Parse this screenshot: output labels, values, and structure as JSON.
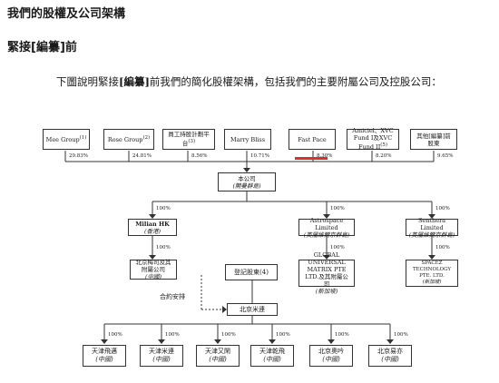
{
  "page_title": "我們的股權及公司架構",
  "section_title": "緊接[編纂]前",
  "paragraph": {
    "text_1": "下圖說明緊接",
    "bold": "[編纂]",
    "text_2": "前我們的簡化股權架構，包括我們的主要附屬公司及控股公司："
  },
  "shareholders": [
    {
      "name": "Mee Group",
      "note": "(1)",
      "pct": "29.83%"
    },
    {
      "name": "Rose Group",
      "note": "(2)",
      "pct": "24.81%"
    },
    {
      "name": "員工持股計劃平台",
      "note": "(3)",
      "pct": "8.56%"
    },
    {
      "name": "Marry Bliss",
      "note": "",
      "pct": "10.71%"
    },
    {
      "name": "Fast Pace",
      "note": "",
      "pct": "8.30%"
    },
    {
      "name": "Amiciel、XVC Fund I及XVC Fund II",
      "note": "(5)",
      "pct": "8.20%"
    },
    {
      "name": "其他[編纂]前股東",
      "note": "",
      "pct": "9.65%"
    }
  ],
  "company": {
    "name": "本公司",
    "sub": "(開曼群島)"
  },
  "level2": [
    {
      "name": "Milian HK",
      "sub": "(香港)",
      "pct": "100%"
    },
    {
      "name": "Astrospace Limited",
      "sub": "(英屬維爾京群島)",
      "pct": "100%"
    },
    {
      "name": "Senthera Limited",
      "sub": "(英屬維爾京群島)",
      "pct": "100%"
    }
  ],
  "level3": [
    {
      "name": "北京梅司及其附屬公司",
      "sub": "(中國)",
      "pct": "100%"
    },
    {
      "name": "GLOBAL UNIVERSAL MATRIX PTE LTD.及其附屬公司",
      "sub": "(新加坡)",
      "pct": "100%"
    },
    {
      "name": "SPACEZ TECHNOLOGY PTE. LTD.",
      "sub": "(新加坡)",
      "pct": "100%"
    }
  ],
  "registered_shareholders": "登記股東(4)",
  "contract_label": "合約安排",
  "opco": "北京米連",
  "subsidiaries": [
    {
      "name": "天津飛邁",
      "sub": "(中國)",
      "pct": "100%"
    },
    {
      "name": "天津米連",
      "sub": "(中國)",
      "pct": "100%"
    },
    {
      "name": "天津又閑",
      "sub": "(中國)",
      "pct": "100%"
    },
    {
      "name": "天津乾飛",
      "sub": "(中國)",
      "pct": "100%"
    },
    {
      "name": "北京奧吟",
      "sub": "(中國)",
      "pct": "100%"
    },
    {
      "name": "北京易亦",
      "sub": "(中國)",
      "pct": "100%"
    }
  ],
  "colors": {
    "redaction": "#d6322a",
    "line": "#333333"
  }
}
